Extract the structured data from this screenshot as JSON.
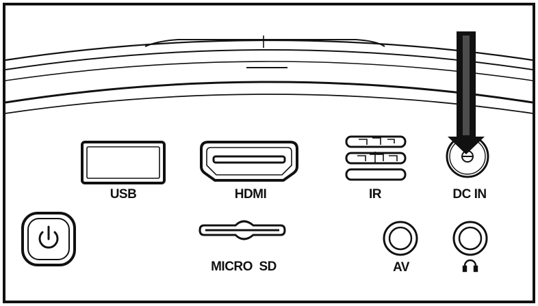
{
  "labels": {
    "usb": "USB",
    "hdmi": "HDMI",
    "ir": "IR",
    "dc_in": "DC IN",
    "micro_sd": "MICRO  SD",
    "av": "AV"
  },
  "icons": {
    "power": "power-icon",
    "headphone": "headphone-icon",
    "arrow": "arrow-down-icon"
  },
  "colors": {
    "ink": "#111111",
    "background": "#ffffff"
  }
}
